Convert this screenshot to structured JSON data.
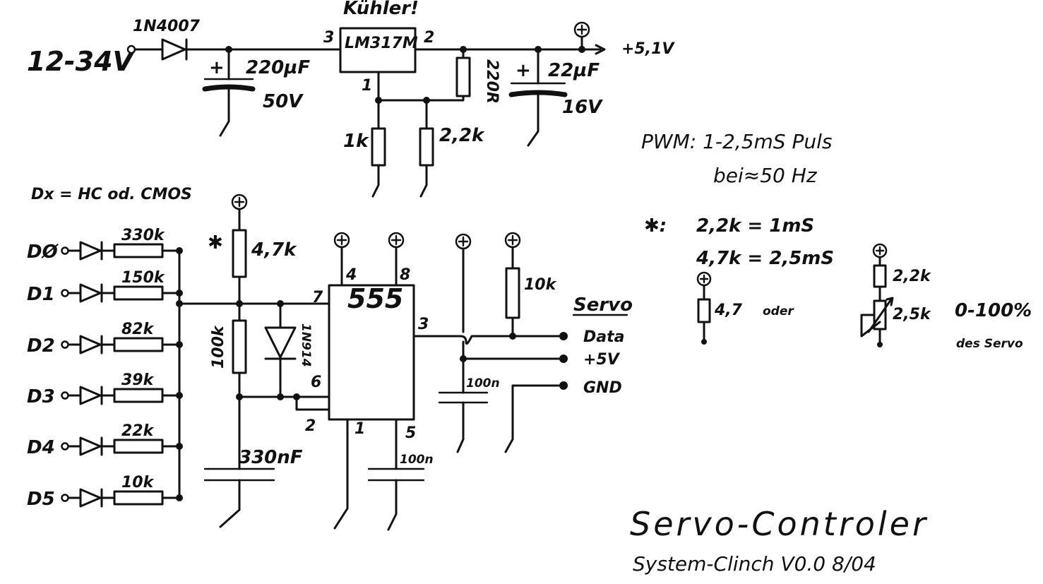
{
  "power": {
    "input": "12-34V",
    "diode": "1N4007",
    "regulator": "LM317M",
    "heatsink_note": "Kühler!",
    "pin3": "3",
    "pin2": "2",
    "pin1": "1",
    "c_in_value": "220µF",
    "c_in_voltage": "50V",
    "c_in_polarity": "+",
    "r_top": "220R",
    "r_bot1": "1k",
    "r_bot2": "2,2k",
    "c_out_value": "22µF",
    "c_out_voltage": "16V",
    "c_out_polarity": "+",
    "out_voltage": "+5,1V",
    "supply_symbol": "+"
  },
  "notes": {
    "pwm": "PWM: 1-2,5mS  Puls",
    "freq": "bei≈50 Hz",
    "star": "✱:",
    "n1": "2,2k = 1mS",
    "n2": "4,7k = 2,5mS",
    "alt_r": "4,7",
    "alt_or": "oder",
    "pot_fixed": "2,2k",
    "pot_var": "2,5k",
    "range": "0-100%",
    "range2": "des Servo",
    "logic": "Dx = HC od. CMOS"
  },
  "inputs": [
    {
      "name": "DØ",
      "resistor": "330k"
    },
    {
      "name": "D1",
      "resistor": "150k"
    },
    {
      "name": "D2",
      "resistor": "82k"
    },
    {
      "name": "D3",
      "resistor": "39k"
    },
    {
      "name": "D4",
      "resistor": "22k"
    },
    {
      "name": "D5",
      "resistor": "10k"
    }
  ],
  "timer": {
    "ic": "555",
    "p4": "4",
    "p8": "8",
    "p7": "7",
    "p6": "6",
    "p2": "2",
    "p1": "1",
    "p5": "5",
    "p3": "3",
    "r_star": "4,7k",
    "star": "✱",
    "r_100k": "100k",
    "diode": "1N914",
    "c_timing": "330nF",
    "c_ctrl": "100n",
    "c_bypass": "100n",
    "r_pullup": "10k"
  },
  "servo": {
    "header": "Servo",
    "data": "Data",
    "v5": "+5V",
    "gnd": "GND"
  },
  "title": {
    "main": "Servo-Controler",
    "sub": "System-Clinch  V0.0  8/04"
  }
}
